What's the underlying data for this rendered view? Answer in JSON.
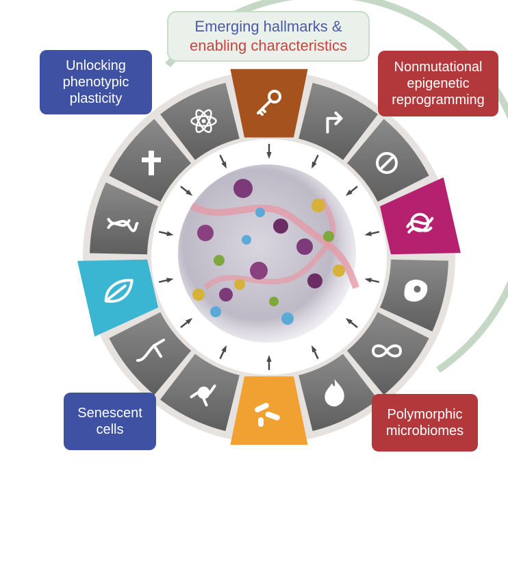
{
  "title": {
    "line1": "Emerging hallmarks &",
    "line2": "enabling characteristics"
  },
  "callouts": {
    "plasticity": {
      "lines": [
        "Unlocking",
        "phenotypic",
        "plasticity"
      ],
      "color": "#3f51a3"
    },
    "epigenetic": {
      "lines": [
        "Nonmutational",
        "epigenetic",
        "reprogramming"
      ],
      "color": "#b2383b"
    },
    "senescent": {
      "lines": [
        "Senescent",
        "cells"
      ],
      "color": "#3f51a3"
    },
    "microbiome": {
      "lines": [
        "Polymorphic",
        "microbiomes"
      ],
      "color": "#b2383b"
    }
  },
  "segments": [
    {
      "name": "segment-angiogenesis",
      "icon": "redirect-arrow-icon",
      "highlight": false
    },
    {
      "name": "segment-growth-suppressors",
      "icon": "prohibition-icon",
      "highlight": false
    },
    {
      "name": "segment-epigenetic",
      "icon": "chromatin-icon",
      "highlight": true,
      "color": "#b5216f"
    },
    {
      "name": "segment-cell-energetics",
      "icon": "cell-icon",
      "highlight": false
    },
    {
      "name": "segment-immortality",
      "icon": "infinity-icon",
      "highlight": false
    },
    {
      "name": "segment-inflammation",
      "icon": "flame-icon",
      "highlight": false
    },
    {
      "name": "segment-microbiomes",
      "icon": "bacteria-icon",
      "highlight": true,
      "color": "#f0a132"
    },
    {
      "name": "segment-invasion",
      "icon": "cancer-cell-icon",
      "highlight": false
    },
    {
      "name": "segment-vasculature",
      "icon": "blood-vessel-icon",
      "highlight": false
    },
    {
      "name": "segment-senescence",
      "icon": "leaf-icon",
      "highlight": true,
      "color": "#3ab5d2"
    },
    {
      "name": "segment-genome-instability",
      "icon": "dna-icon",
      "highlight": false
    },
    {
      "name": "segment-cell-death",
      "icon": "cross-icon",
      "highlight": false
    },
    {
      "name": "segment-proliferative-signaling",
      "icon": "atom-icon",
      "highlight": false
    },
    {
      "name": "segment-plasticity",
      "icon": "key-icon",
      "highlight": true,
      "color": "#a6521e"
    }
  ]
}
